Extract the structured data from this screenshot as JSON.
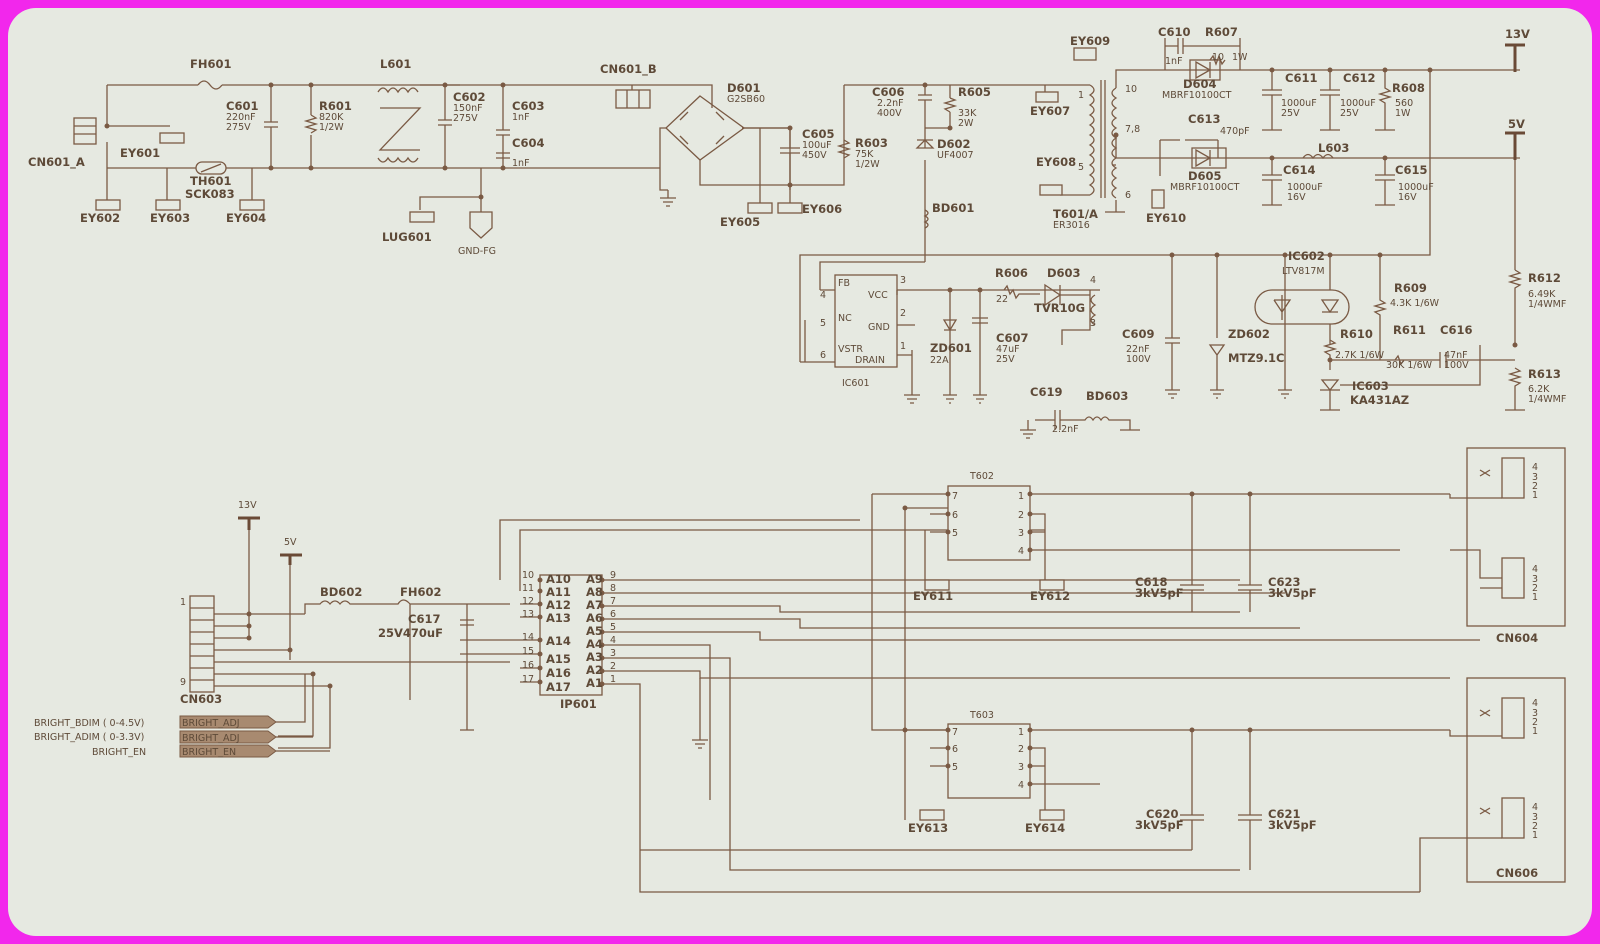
{
  "colors": {
    "border": "#f227ec",
    "paper": "#e6e9e1",
    "ink": "#7a5a44",
    "text": "#5e4a38",
    "tag": "#a88a70"
  },
  "labels": {
    "FH601": "FH601",
    "L601": "L601",
    "CN601_B": "CN601_B",
    "D601": "D601",
    "D601v": "G2SB60",
    "C601": "C601",
    "C601a": "220nF",
    "C601b": "275V",
    "R601": "R601",
    "R601a": "820K",
    "R601b": "1/2W",
    "C602": "C602",
    "C602a": "150nF",
    "C602b": "275V",
    "C603": "C603",
    "C603a": "1nF",
    "C604": "C604",
    "C604a": "1nF",
    "CN601_A": "CN601_A",
    "EY601": "EY601",
    "TH601": "TH601",
    "SCK083": "SCK083",
    "EY602": "EY602",
    "EY603": "EY603",
    "EY604": "EY604",
    "LUG601": "LUG601",
    "GNDFG": "GND-FG",
    "C605": "C605",
    "C605a": "100uF",
    "C605b": "450V",
    "EY605": "EY605",
    "EY606": "EY606",
    "C606": "C606",
    "C606a": "2.2nF",
    "C606b": "400V",
    "R603": "R603",
    "R603a": "75K",
    "R603b": "1/2W",
    "R605": "R605",
    "R605a": "33K",
    "R605b": "2W",
    "D602": "D602",
    "D602a": "UF4007",
    "BD601": "BD601",
    "EY607": "EY607",
    "EY608": "EY608",
    "EY609": "EY609",
    "EY610": "EY610",
    "T601": "T601/A",
    "T601b": "ER3016",
    "C610": "C610",
    "C610a": "1nF",
    "R607": "R607",
    "R607a": "10",
    "R607b": "1W",
    "D604": "D604",
    "D604a": "MBRF10100CT",
    "D605": "D605",
    "D605a": "MBRF10100CT",
    "C611": "C611",
    "C611a": "1000uF",
    "C611b": "25V",
    "C612": "C612",
    "C612a": "1000uF",
    "C612b": "25V",
    "R608": "R608",
    "R608a": "560",
    "R608b": "1W",
    "C613": "C613",
    "C613a": "470pF",
    "L603": "L603",
    "C614": "C614",
    "C614a": "1000uF",
    "C614b": "16V",
    "C615": "C615",
    "C615a": "1000uF",
    "C615b": "16V",
    "V13": "13V",
    "V5": "5V",
    "IC602": "IC602",
    "LTV": "LTV817M",
    "R609": "R609",
    "R609a": "4.3K 1/6W",
    "R612": "R612",
    "R612a": "6.49K",
    "R612b": "1/4WMF",
    "R610": "R610",
    "R610a": "2.7K 1/6W",
    "R611": "R611",
    "R611a": "30K 1/6W",
    "C616": "C616",
    "C616a": "47nF",
    "C616b": "100V",
    "R613": "R613",
    "R613a": "6.2K",
    "R613b": "1/4WMF",
    "IC603": "IC603",
    "KA431": "KA431AZ",
    "FB": "FB",
    "VCC": "VCC",
    "NC": "NC",
    "GND": "GND",
    "VSTR": "VSTR",
    "DRAIN": "DRAIN",
    "IC601": "IC601",
    "p3": "3",
    "p4": "4",
    "p5": "5",
    "p6": "6",
    "p2": "2",
    "p1": "1",
    "p7": "7",
    "p8": "8",
    "p9": "9",
    "p10": "10",
    "p11": "11",
    "p12": "12",
    "p13": "13",
    "p14": "14",
    "p15": "15",
    "p16": "16",
    "p17": "17",
    "p78": "7,8",
    "R606": "R606",
    "R606a": "22",
    "D603": "D603",
    "TVR": "TVR10G",
    "ZD601": "ZD601",
    "ZD601a": "22A",
    "C607": "C607",
    "C607a": "47uF",
    "C607b": "25V",
    "C609": "C609",
    "C609a": "22nF",
    "C609b": "100V",
    "ZD602": "ZD602",
    "MTZ": "MTZ9.1C",
    "C619": "C619",
    "C619a": "2.2nF",
    "BD603": "BD603",
    "T602": "T602",
    "T603": "T603",
    "EY611": "EY611",
    "EY612": "EY612",
    "EY613": "EY613",
    "EY614": "EY614",
    "C618": "C618",
    "C618a": "3kV5pF",
    "C623": "C623",
    "C623a": "3kV5pF",
    "C620": "C620",
    "C620a": "3kV5pF",
    "C621": "C621",
    "C621a": "3kV5pF",
    "CN604": "CN604",
    "CN606": "CN606",
    "CN603": "CN603",
    "BD602": "BD602",
    "FH602": "FH602",
    "C617": "C617",
    "C617a": "25V470uF",
    "IP601": "IP601",
    "A10": "A10",
    "A11": "A11",
    "A12": "A12",
    "A13": "A13",
    "A14": "A14",
    "A15": "A15",
    "A16": "A16",
    "A17": "A17",
    "A9": "A9",
    "A8": "A8",
    "A7": "A7",
    "A6": "A6",
    "A5": "A5",
    "A4": "A4",
    "A3": "A3",
    "A2": "A2",
    "A1": "A1",
    "bdim": "BRIGHT_BDIM ( 0-4.5V)",
    "adim": "BRIGHT_ADIM ( 0-3.3V)",
    "en": "BRIGHT_EN",
    "tagAdj1": "BRIGHT_ADJ",
    "tagAdj2": "BRIGHT_ADJ",
    "tagEn": "BRIGHT_EN"
  }
}
